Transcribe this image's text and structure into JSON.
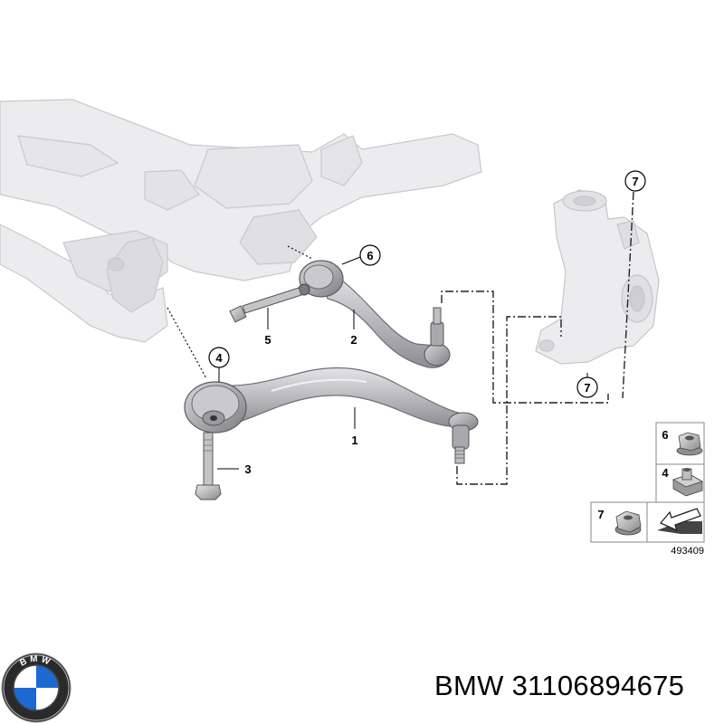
{
  "diagram": {
    "callouts": {
      "c1": "1",
      "c2": "2",
      "c3": "3",
      "c4": "4",
      "c5": "5",
      "c6": "6",
      "c7a": "7",
      "c7b": "7"
    },
    "legend": {
      "items": [
        {
          "number": "6",
          "icon": "flange-nut-icon"
        },
        {
          "number": "4",
          "icon": "square-nut-icon"
        },
        {
          "number": "7",
          "icon": "hex-nut-icon"
        }
      ],
      "replace_icon": "replace-arrow-icon"
    },
    "diagram_number": "493409"
  },
  "brand": {
    "logo": "bmw-roundel-logo",
    "logo_letters": "BMW",
    "caption": "BMW 31106894675"
  }
}
